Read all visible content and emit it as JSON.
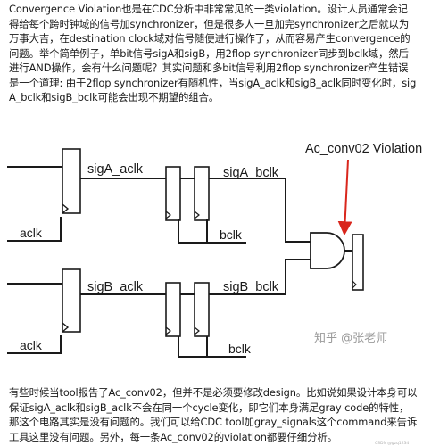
{
  "paragraphs": {
    "intro": "Convergence Violation也是在CDC分析中非常常见的一类violation。设计人员通常会记得给每个跨时钟域的信号加synchronizer，但是很多人一旦加完synchronizer之后就以为万事大吉，在destination clock域对信号随便进行操作了，从而容易产生convergence的问题。举个简单例子，单bit信号sigA和sigB，用2flop synchronizer同步到bclk域，然后进行AND操作，会有什么问题呢？其实问题和多bit信号利用2flop synchronizer产生错误是一个道理: 由于2flop synchronizer有随机性，当sigA_aclk和sigB_aclk同时变化时，sigA_bclk和sigB_bclk可能会出现不期望的组合。",
    "outro": "有些时候当tool报告了Ac_conv02，但并不是必须要修改design。比如说如果设计本身可以保证sigA_aclk和sigB_aclk不会在同一个cycle变化，即它们本身满足gray code的特性，那这个电路其实是没有问题的。我们可以给CDC tool加gray_signals这个command来告诉工具这里没有问题。另外，每一条Ac_conv02的violation都要仔细分析。"
  },
  "diagram": {
    "callout": "Ac_conv02 Violation",
    "labels": {
      "sigA_aclk": "sigA_aclk",
      "sigA_bclk": "sigA_bclk",
      "sigB_aclk": "sigB_aclk",
      "sigB_bclk": "sigB_bclk",
      "aclk_top": "aclk",
      "aclk_bottom": "aclk",
      "bclk_top": "bclk",
      "bclk_bottom": "bclk"
    },
    "colors": {
      "wire": "#1a1a1a",
      "callout_arrow": "#d9261c",
      "flop_fill": "#ffffff"
    }
  },
  "watermark": {
    "text": "知乎 @张老师",
    "csdn": "CSDN @gzq1234"
  }
}
